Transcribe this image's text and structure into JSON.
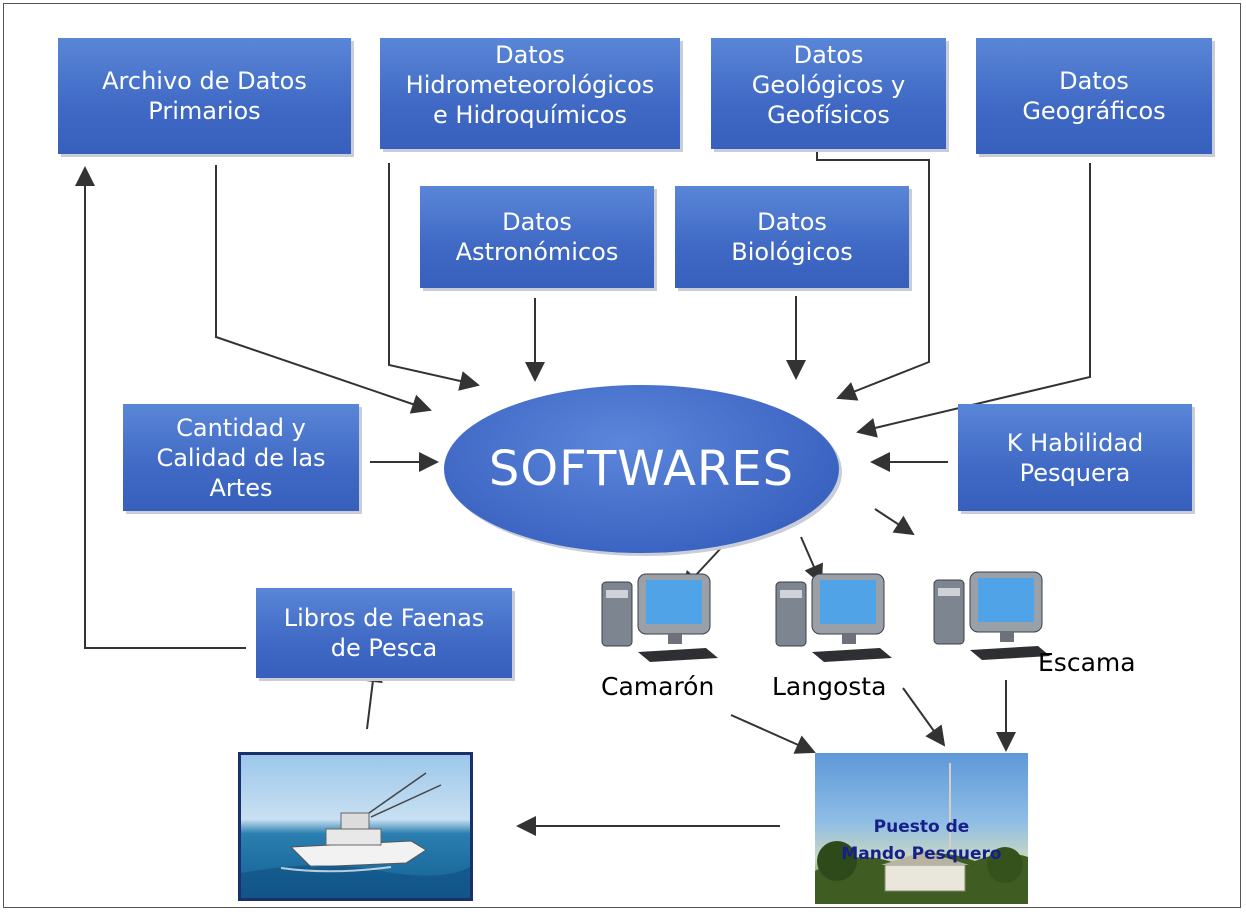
{
  "boxes": {
    "archivo": "Archivo de Datos\nPrimarios",
    "hidro": "Datos\nHidrometeorológicos\ne Hidroquímicos",
    "geologicos": "Datos\nGeológicos y\nGeofísicos",
    "geograficos": "Datos\nGeográficos",
    "astronomicos": "Datos\nAstronómicos",
    "biologicos": "Datos\nBiológicos",
    "cantidad": "Cantidad  y\nCalidad de las\nArtes",
    "habilidad": "K  Habilidad\nPesquera",
    "libros": "Libros de Faenas\nde Pesca"
  },
  "center": "SOFTWARES",
  "computers": [
    "Camarón",
    "Langosta",
    "Escama"
  ],
  "post_title": "Puesto de\nMando Pesquero",
  "colors": {
    "box": "#4472c4",
    "arrow": "#333333",
    "post_text": "#15208a"
  }
}
